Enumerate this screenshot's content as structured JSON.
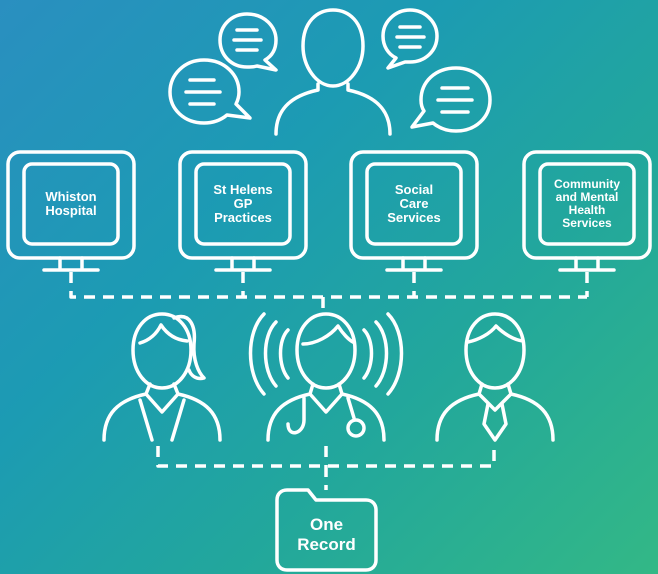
{
  "colors": {
    "bg_start": "#2a8fc0",
    "bg_end": "#33b886",
    "stroke": "#ffffff"
  },
  "screens": [
    {
      "line1": "Whiston",
      "line2": "Hospital",
      "line3": "",
      "line4": "",
      "icon": "monitor-icon"
    },
    {
      "line1": "St Helens",
      "line2": "GP",
      "line3": "Practices",
      "line4": "",
      "icon": "monitor-icon"
    },
    {
      "line1": "Social",
      "line2": "Care",
      "line3": "Services",
      "line4": "",
      "icon": "monitor-icon"
    },
    {
      "line1": "Community",
      "line2": "and Mental",
      "line3": "Health",
      "line4": "Services",
      "icon": "monitor-icon"
    }
  ],
  "patient": {
    "icon": "patient-with-speech-bubbles-icon"
  },
  "clinicians": [
    {
      "icon": "female-clinician-icon"
    },
    {
      "icon": "doctor-with-stethoscope-icon"
    },
    {
      "icon": "male-clinician-icon"
    }
  ],
  "record": {
    "line1": "One",
    "line2": "Record",
    "icon": "folder-icon"
  }
}
